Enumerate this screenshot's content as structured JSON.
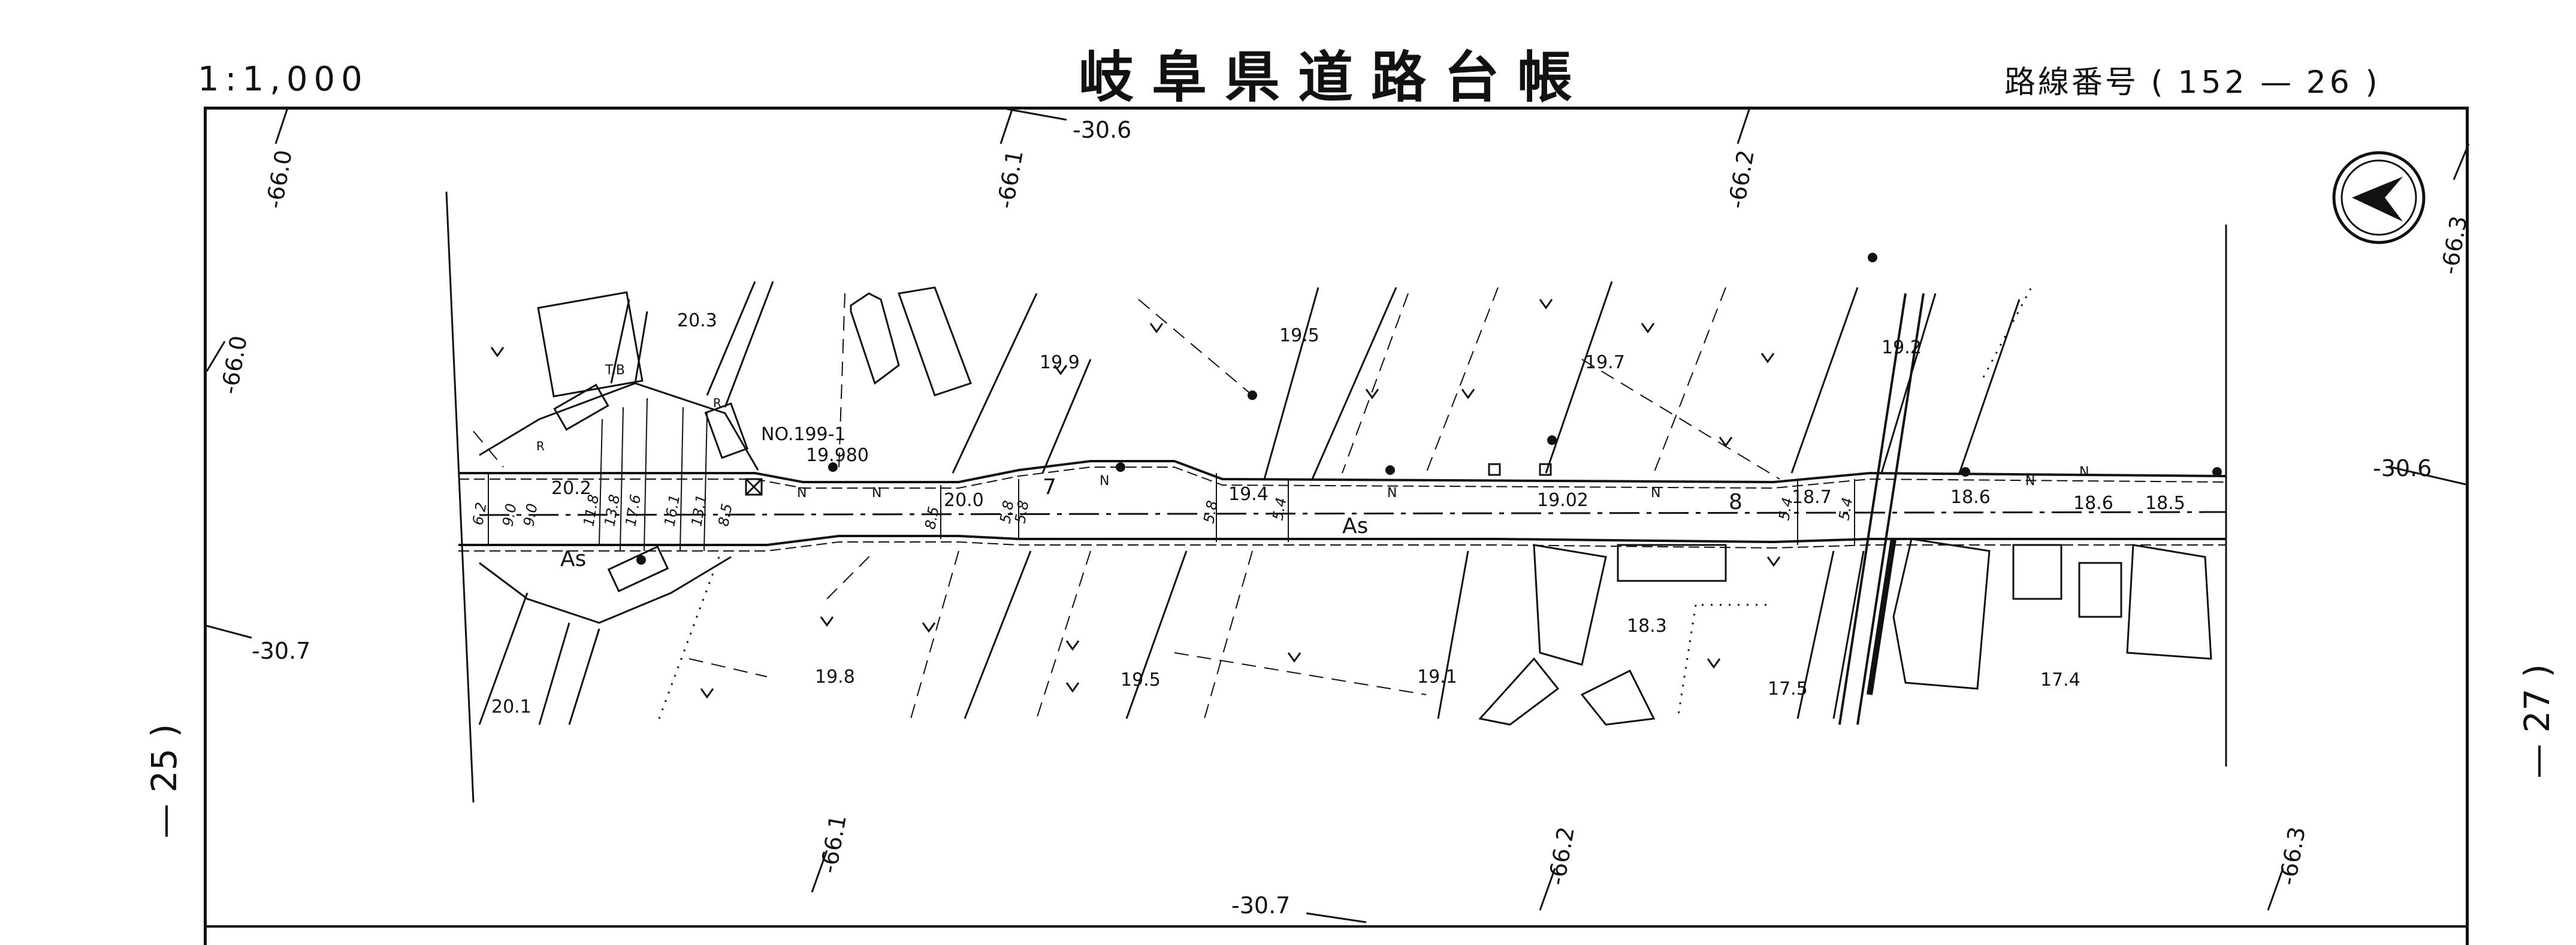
{
  "header": {
    "scale": "1:1,000",
    "title": "岐阜県道路台帳",
    "route_label": "路線番号",
    "route_open": "(",
    "route_number": "152",
    "route_dash": "—",
    "route_sheet": "26",
    "route_close": ")"
  },
  "side_labels": {
    "left": "— 25 )",
    "right": "— 27 )"
  },
  "grid_labels": {
    "x_top": [
      "-66.0",
      "-66.1",
      "-66.2",
      "-66.3"
    ],
    "y_top": "-30.6",
    "x_left": "-66.0",
    "y_left": "-30.7",
    "y_right": "-30.6",
    "x_bottom": [
      "-66.1",
      "-66.2",
      "-66.3"
    ],
    "y_bottom": "-30.7"
  },
  "map": {
    "landmark": "NO.199-1",
    "landmark_elev": "19.980",
    "tb": "T.B",
    "as_left": "As",
    "as_main": "As",
    "station_7": "7",
    "station_8": "8",
    "road_elevations": [
      "20.0",
      "19.4",
      "19.02",
      "18.7",
      "18.6",
      "18.6",
      "18.5"
    ],
    "parcel_elevations": [
      "20.3",
      "19.9",
      "19.5",
      "19.7",
      "19.2",
      "20.2",
      "19.8",
      "19.5",
      "19.1",
      "18.3",
      "17.5",
      "17.4",
      "20.1"
    ],
    "widths": [
      "6.2",
      "9.0",
      "9.0",
      "11.8",
      "13.8",
      "17.6",
      "16.1",
      "13.1",
      "8.5",
      "8.5",
      "5.8",
      "5.8",
      "5.8",
      "5.4",
      "5.4",
      "5.4"
    ],
    "north_marks": [
      "N",
      "N",
      "N",
      "N",
      "N",
      "N",
      "N"
    ],
    "r_marks": [
      "R",
      "R"
    ]
  }
}
